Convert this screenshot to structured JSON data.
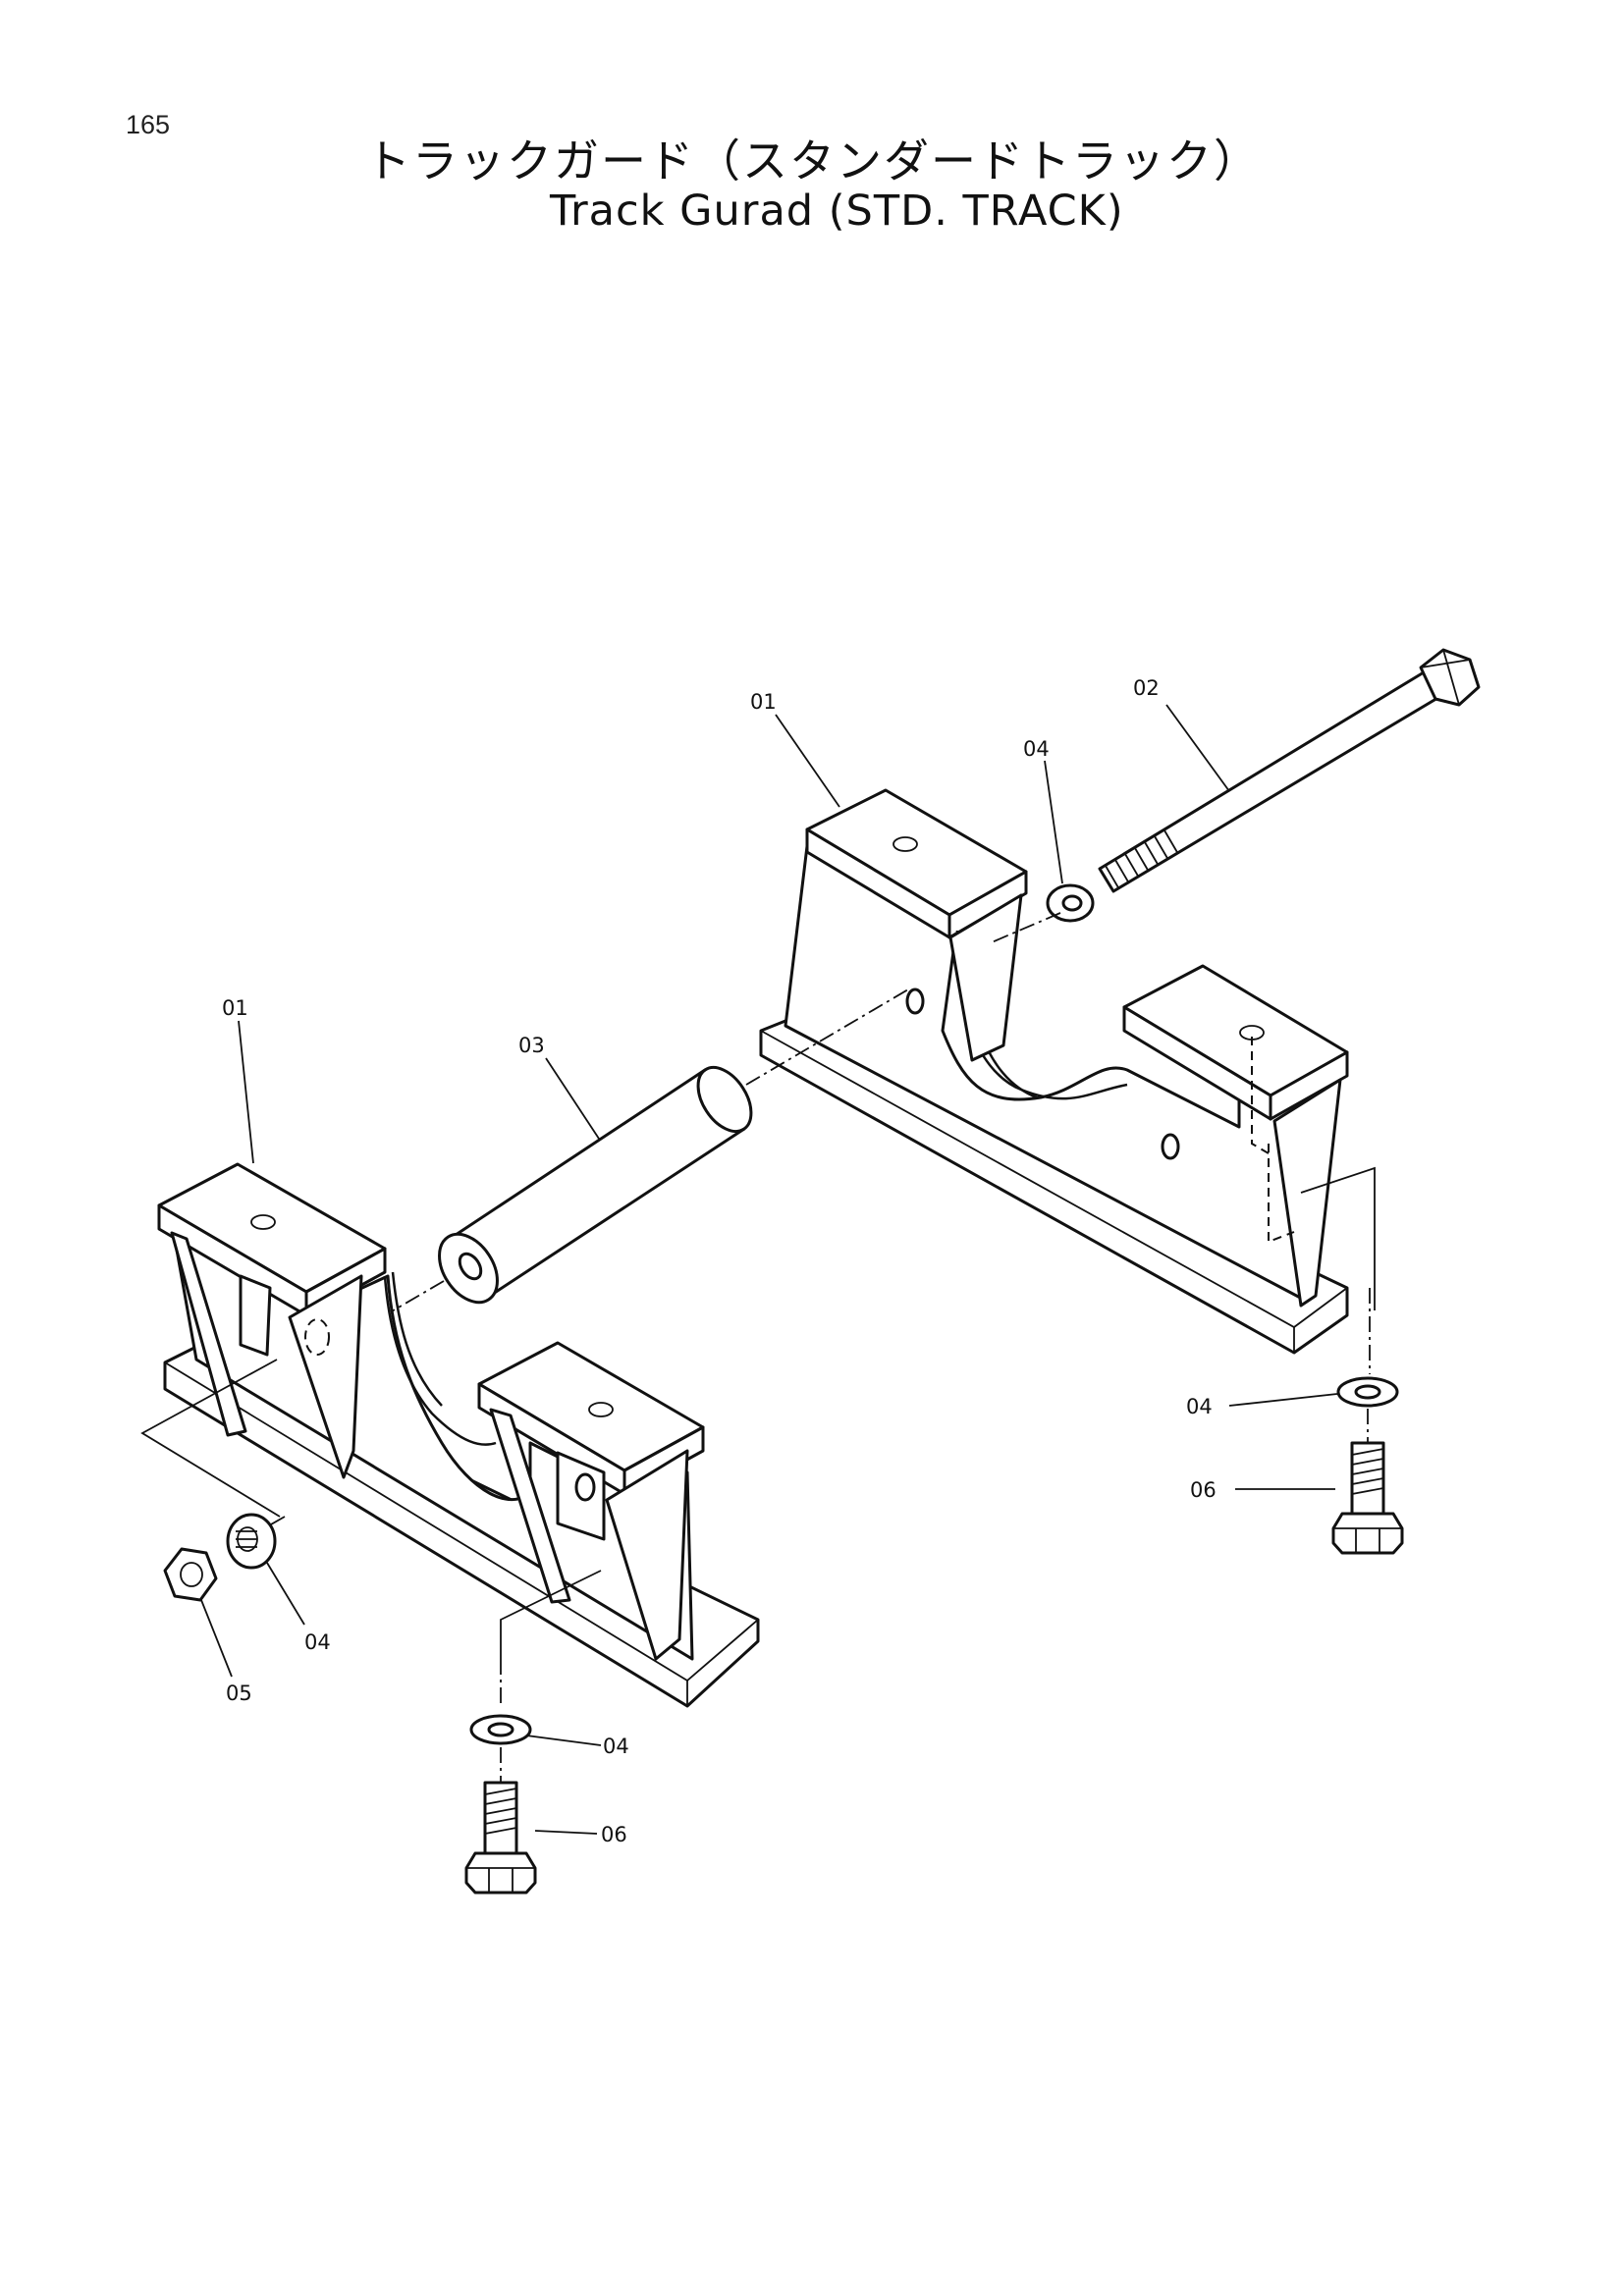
{
  "page_number": "165",
  "title_ja": "トラックガード（スタンダードトラック）",
  "title_en": "Track Gurad (STD. TRACK)",
  "callouts": {
    "top_guard": "01",
    "bolt_long": "02",
    "washer_top": "04",
    "left_guard": "01",
    "spacer": "03",
    "washer_right": "04",
    "bolt_right": "06",
    "washer_left": "04",
    "nut": "05",
    "washer_bottom": "04",
    "bolt_bottom": "06"
  }
}
